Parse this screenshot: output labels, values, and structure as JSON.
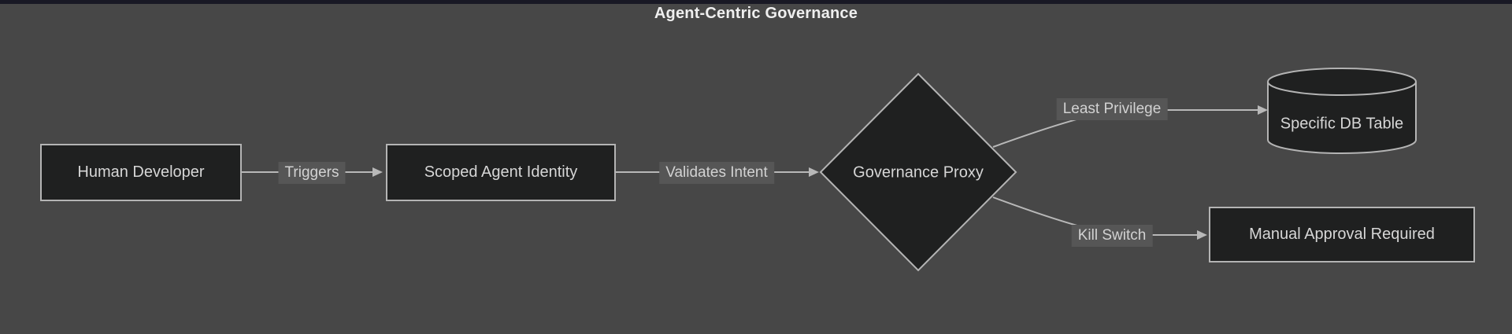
{
  "title": "Agent-Centric Governance",
  "colors": {
    "background": "#474747",
    "top_bar": "#181824",
    "node_fill": "#1f2020",
    "node_border": "#b4b4b4",
    "node_text": "#d6d6d6",
    "edge_line": "#b8b8b8",
    "edge_label_bg": "#565656",
    "edge_label_text": "#d2d2d2",
    "title_text": "#efefef"
  },
  "nodes": [
    {
      "id": "human-developer",
      "shape": "rectangle",
      "label": "Human Developer"
    },
    {
      "id": "scoped-agent-identity",
      "shape": "rectangle",
      "label": "Scoped Agent Identity"
    },
    {
      "id": "governance-proxy",
      "shape": "diamond",
      "label": "Governance Proxy"
    },
    {
      "id": "specific-db-table",
      "shape": "cylinder",
      "label": "Specific DB Table"
    },
    {
      "id": "manual-approval-required",
      "shape": "rectangle",
      "label": "Manual Approval Required"
    }
  ],
  "edges": [
    {
      "from": "human-developer",
      "to": "scoped-agent-identity",
      "label": "Triggers"
    },
    {
      "from": "scoped-agent-identity",
      "to": "governance-proxy",
      "label": "Validates Intent"
    },
    {
      "from": "governance-proxy",
      "to": "specific-db-table",
      "label": "Least Privilege"
    },
    {
      "from": "governance-proxy",
      "to": "manual-approval-required",
      "label": "Kill Switch"
    }
  ]
}
